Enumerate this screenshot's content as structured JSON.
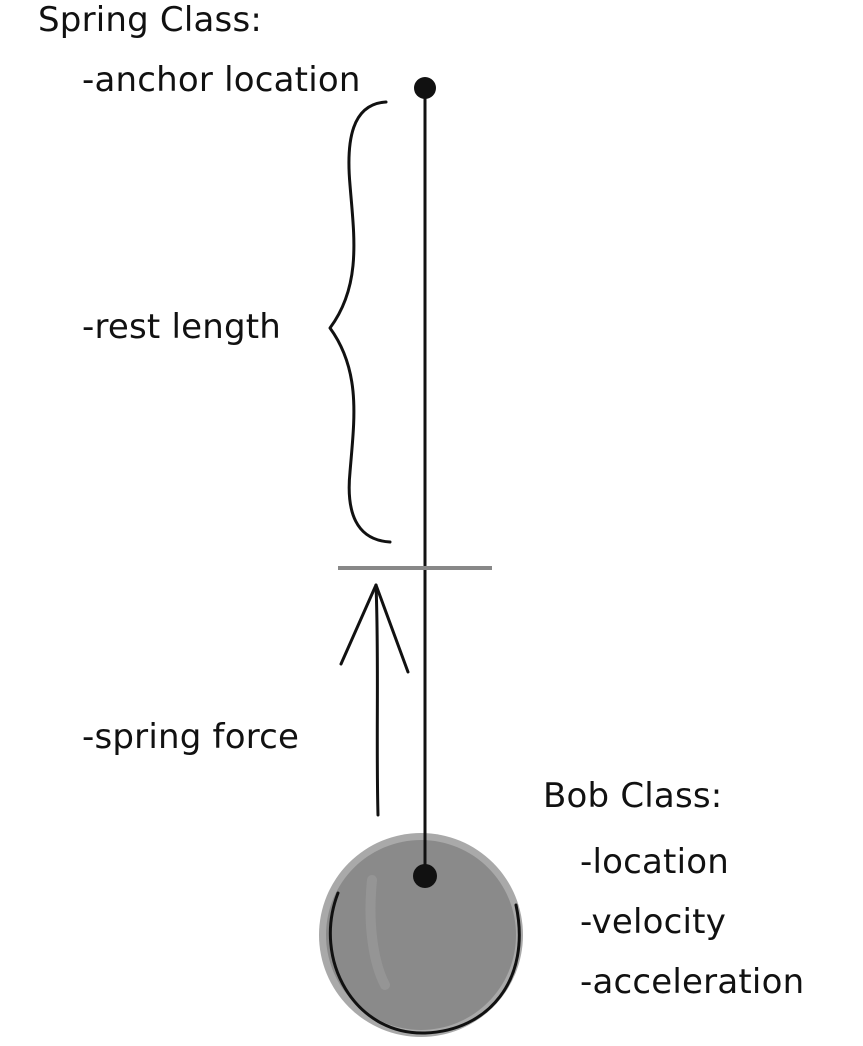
{
  "spring": {
    "title": "Spring Class:",
    "anchor_location": "-anchor location",
    "rest_length": "-rest length",
    "spring_force": "-spring force"
  },
  "bob": {
    "title": "Bob Class:",
    "location": "-location",
    "velocity": "-velocity",
    "acceleration": "-acceleration"
  },
  "colors": {
    "ink": "#111111",
    "rest_marker": "#888888",
    "bob_fill": "#8a8a8a",
    "bob_shadow": "#a9a9a9"
  }
}
